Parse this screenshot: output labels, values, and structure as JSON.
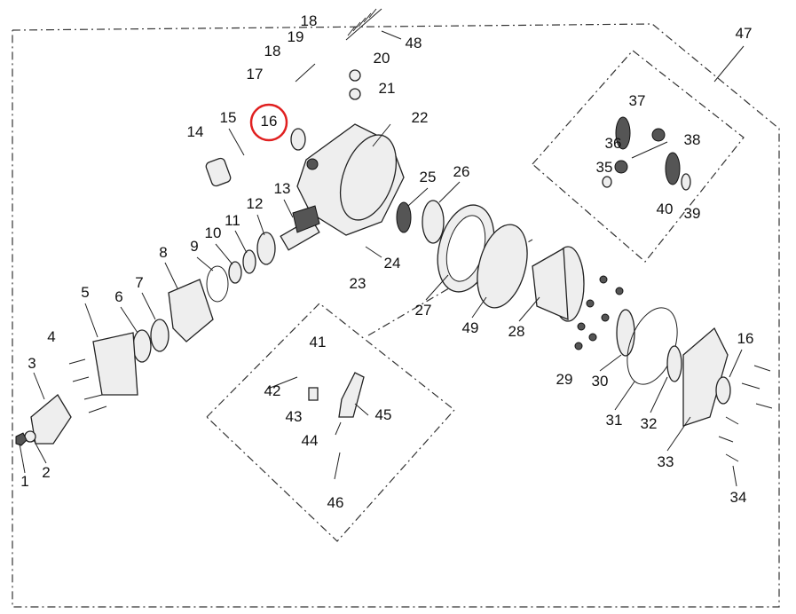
{
  "diagram": {
    "type": "exploded-parts-diagram",
    "highlight_color": "#e02020",
    "highlighted_label": "16",
    "labels": [
      "1",
      "2",
      "3",
      "4",
      "5",
      "6",
      "7",
      "8",
      "9",
      "10",
      "11",
      "12",
      "13",
      "14",
      "15",
      "16",
      "17",
      "18",
      "18",
      "19",
      "20",
      "21",
      "22",
      "23",
      "24",
      "25",
      "26",
      "27",
      "28",
      "29",
      "30",
      "31",
      "32",
      "33",
      "34",
      "35",
      "36",
      "37",
      "38",
      "39",
      "40",
      "41",
      "42",
      "43",
      "44",
      "45",
      "46",
      "47",
      "48",
      "49",
      "16"
    ]
  }
}
